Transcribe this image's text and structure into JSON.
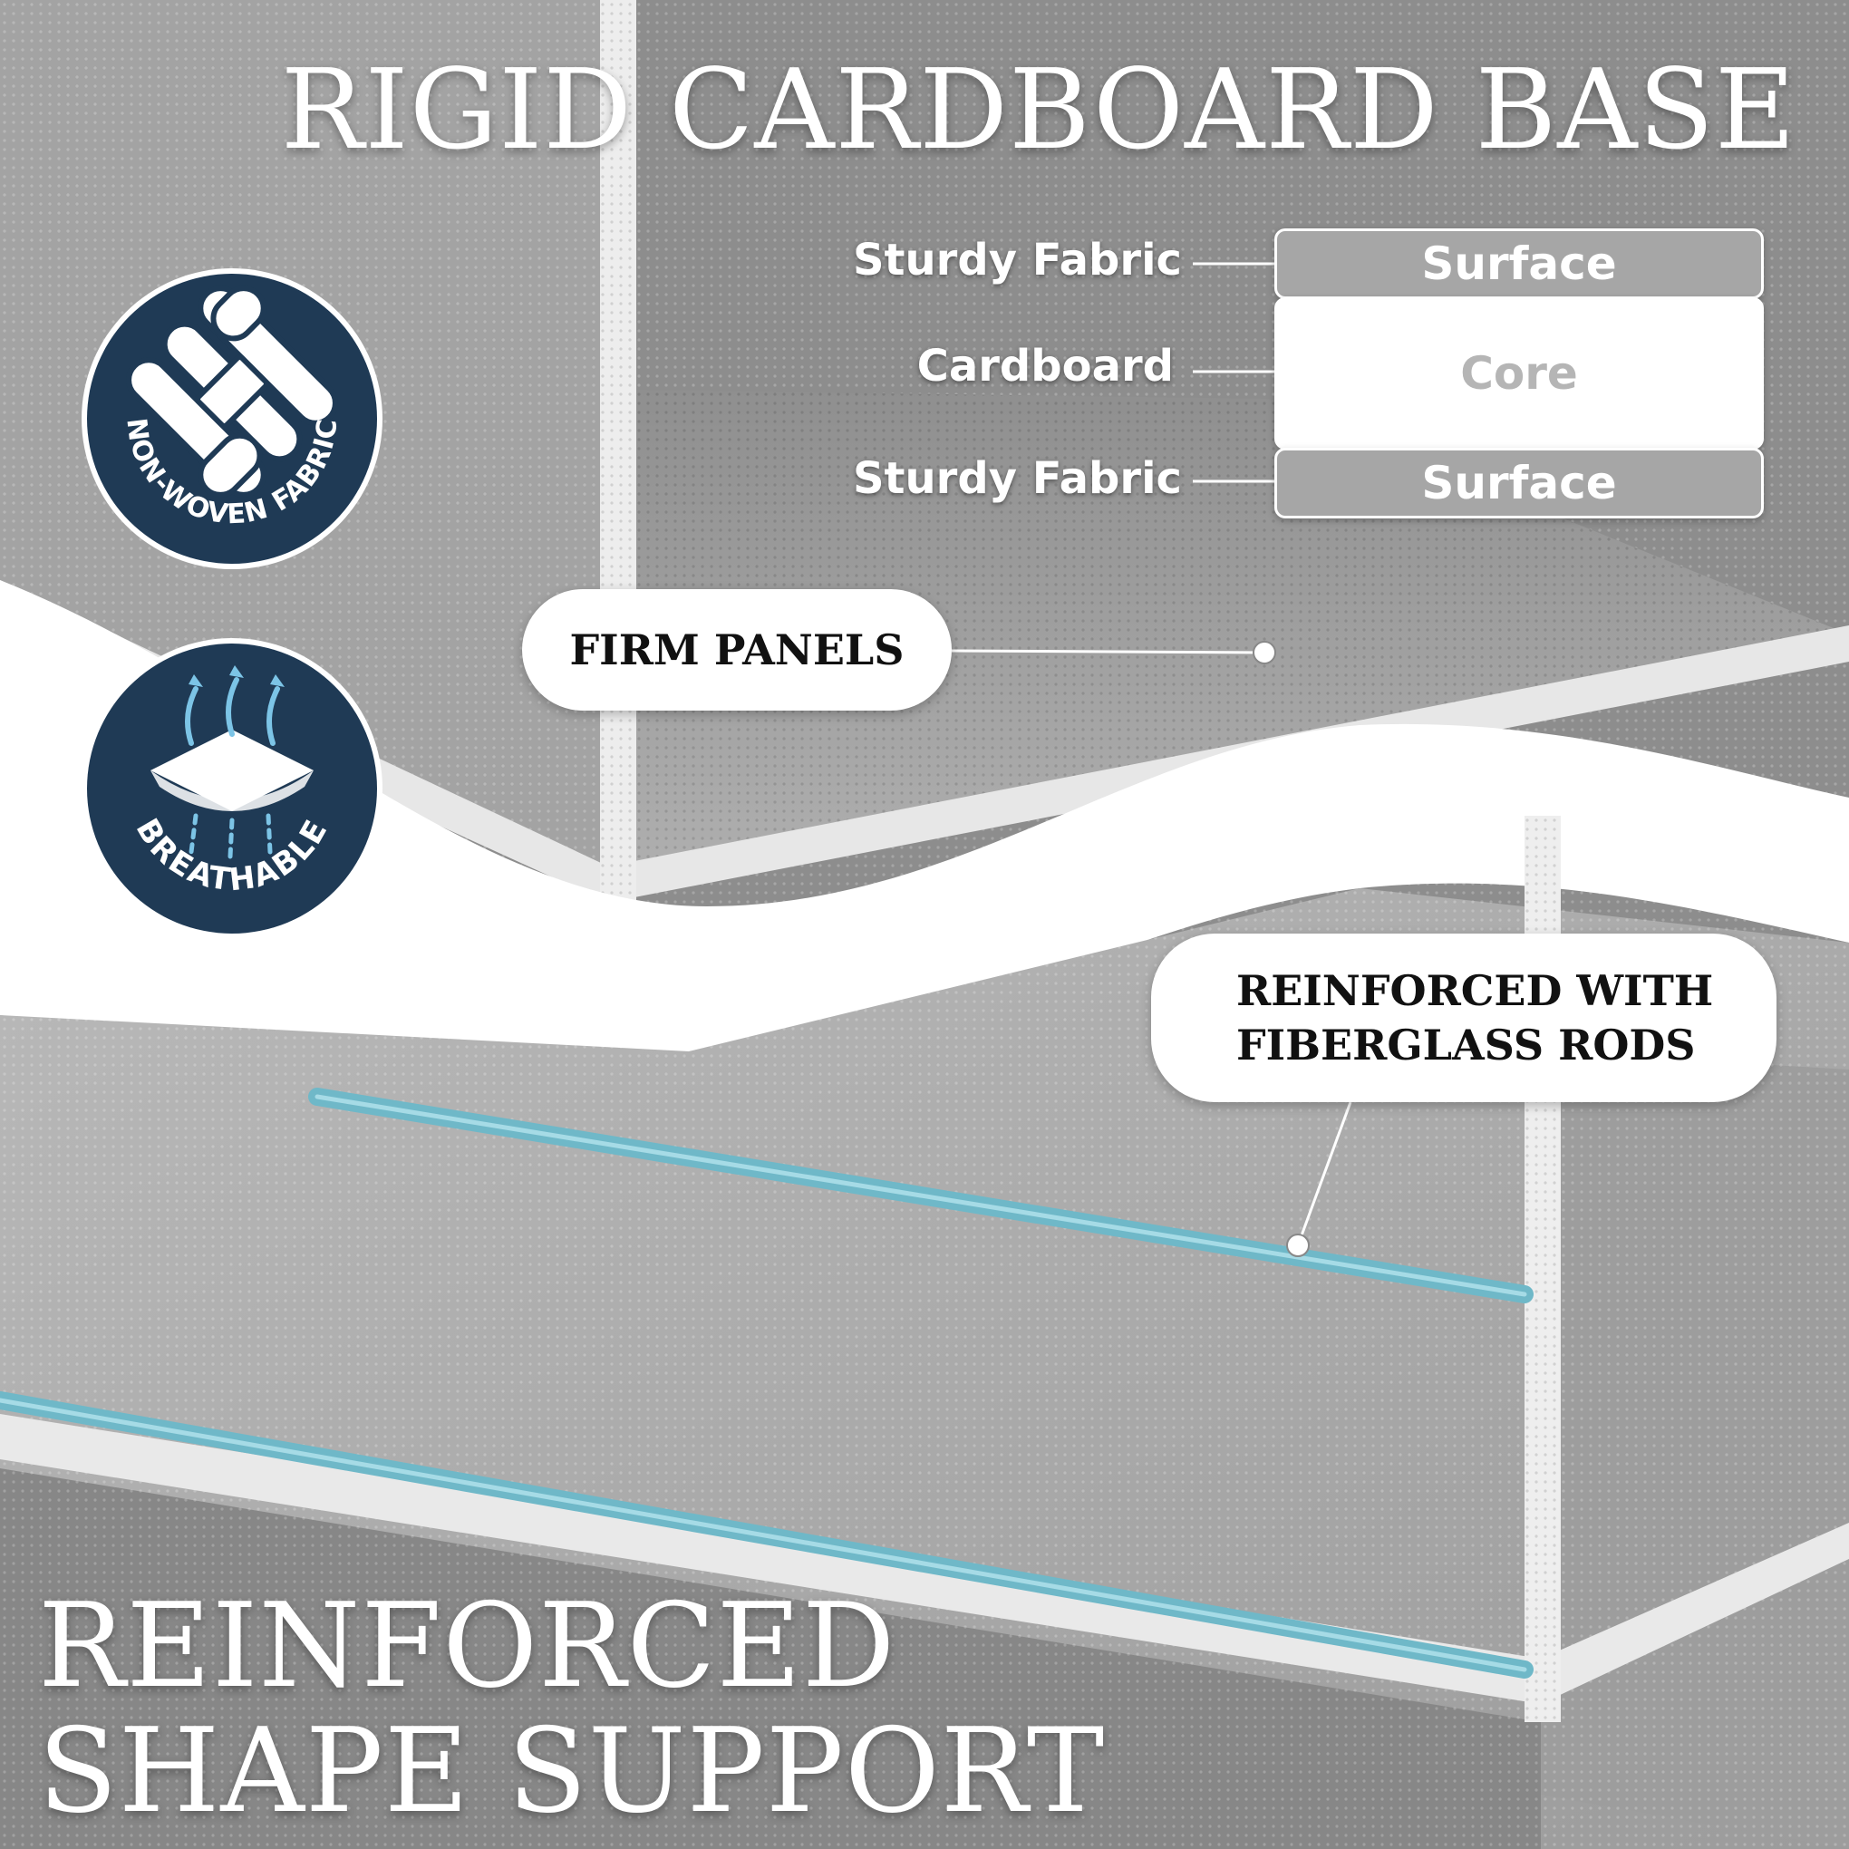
{
  "title_top": "RIGID CARDBOARD BASE",
  "title_bottom": [
    "REINFORCED",
    "SHAPE SUPPORT"
  ],
  "layers": {
    "top_label": "Sturdy Fabric",
    "top_box": "Surface",
    "middle_label": "Cardboard",
    "middle_box": "Core",
    "bottom_label": "Sturdy Fabric",
    "bottom_box": "Surface"
  },
  "callouts": {
    "firm_panels": "FIRM PANELS",
    "rods_line1": "REINFORCED WITH",
    "rods_line2": "FIBERGLASS RODS"
  },
  "badges": {
    "nonwoven": {
      "text": "NON-WOVEN FABRIC",
      "icon": "woven-pattern-icon"
    },
    "breathable": {
      "text": "BREATHABLE",
      "icon": "breathable-layer-icon"
    }
  },
  "colors": {
    "badge_navy": "#1f3a55",
    "rod_teal": "#6fb8c8",
    "fabric_gray": "#9a9a9a",
    "breath_arrow": "#7cc4e6"
  }
}
